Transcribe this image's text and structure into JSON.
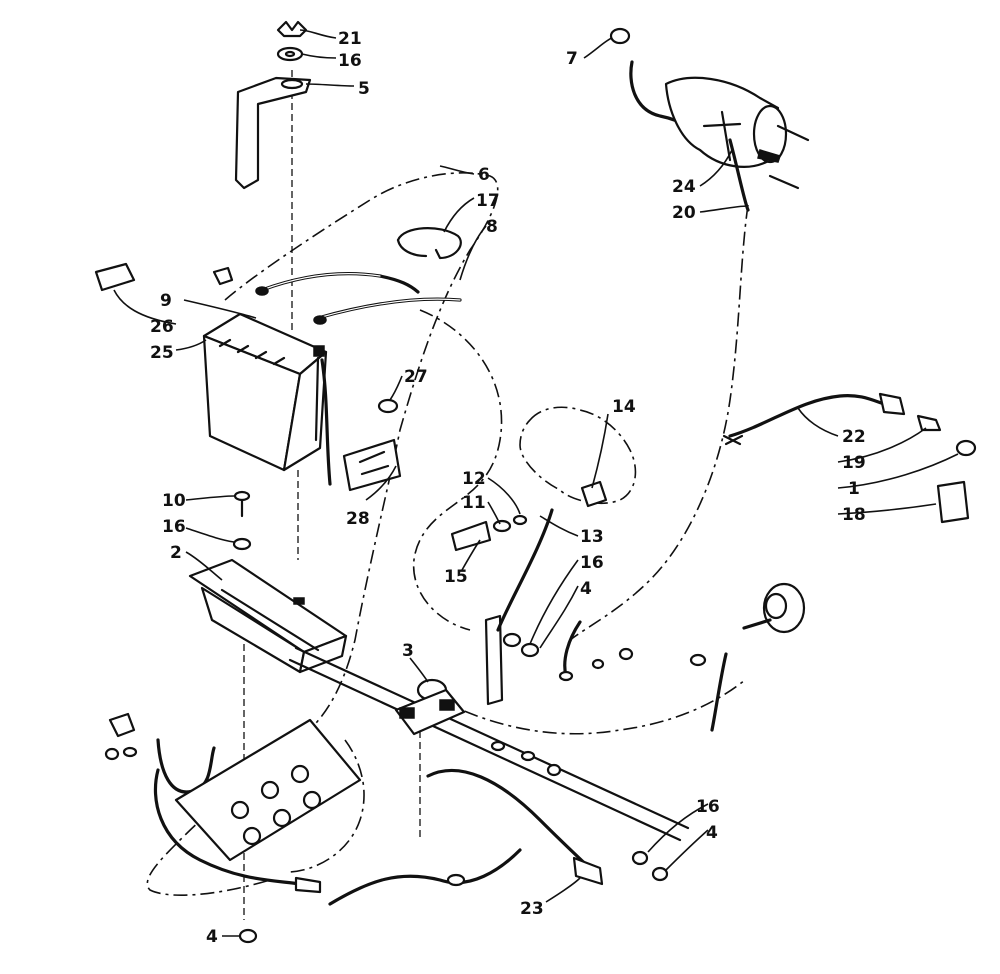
{
  "callouts": [
    {
      "id": "c21",
      "label": "21"
    },
    {
      "id": "c16a",
      "label": "16"
    },
    {
      "id": "c5",
      "label": "5"
    },
    {
      "id": "c7",
      "label": "7"
    },
    {
      "id": "c6",
      "label": "6"
    },
    {
      "id": "c17",
      "label": "17"
    },
    {
      "id": "c8",
      "label": "8"
    },
    {
      "id": "c24",
      "label": "24"
    },
    {
      "id": "c20",
      "label": "20"
    },
    {
      "id": "c9",
      "label": "9"
    },
    {
      "id": "c26",
      "label": "26"
    },
    {
      "id": "c25",
      "label": "25"
    },
    {
      "id": "c27",
      "label": "27"
    },
    {
      "id": "c14",
      "label": "14"
    },
    {
      "id": "c22",
      "label": "22"
    },
    {
      "id": "c19",
      "label": "19"
    },
    {
      "id": "c1",
      "label": "1"
    },
    {
      "id": "c18",
      "label": "18"
    },
    {
      "id": "c10",
      "label": "10"
    },
    {
      "id": "c16b",
      "label": "16"
    },
    {
      "id": "c2",
      "label": "2"
    },
    {
      "id": "c12",
      "label": "12"
    },
    {
      "id": "c11",
      "label": "11"
    },
    {
      "id": "c13",
      "label": "13"
    },
    {
      "id": "c28",
      "label": "28"
    },
    {
      "id": "c15",
      "label": "15"
    },
    {
      "id": "c16c",
      "label": "16"
    },
    {
      "id": "c4a",
      "label": "4"
    },
    {
      "id": "c3",
      "label": "3"
    },
    {
      "id": "c16d",
      "label": "16"
    },
    {
      "id": "c4b",
      "label": "4"
    },
    {
      "id": "c23",
      "label": "23"
    },
    {
      "id": "c4c",
      "label": "4"
    }
  ]
}
